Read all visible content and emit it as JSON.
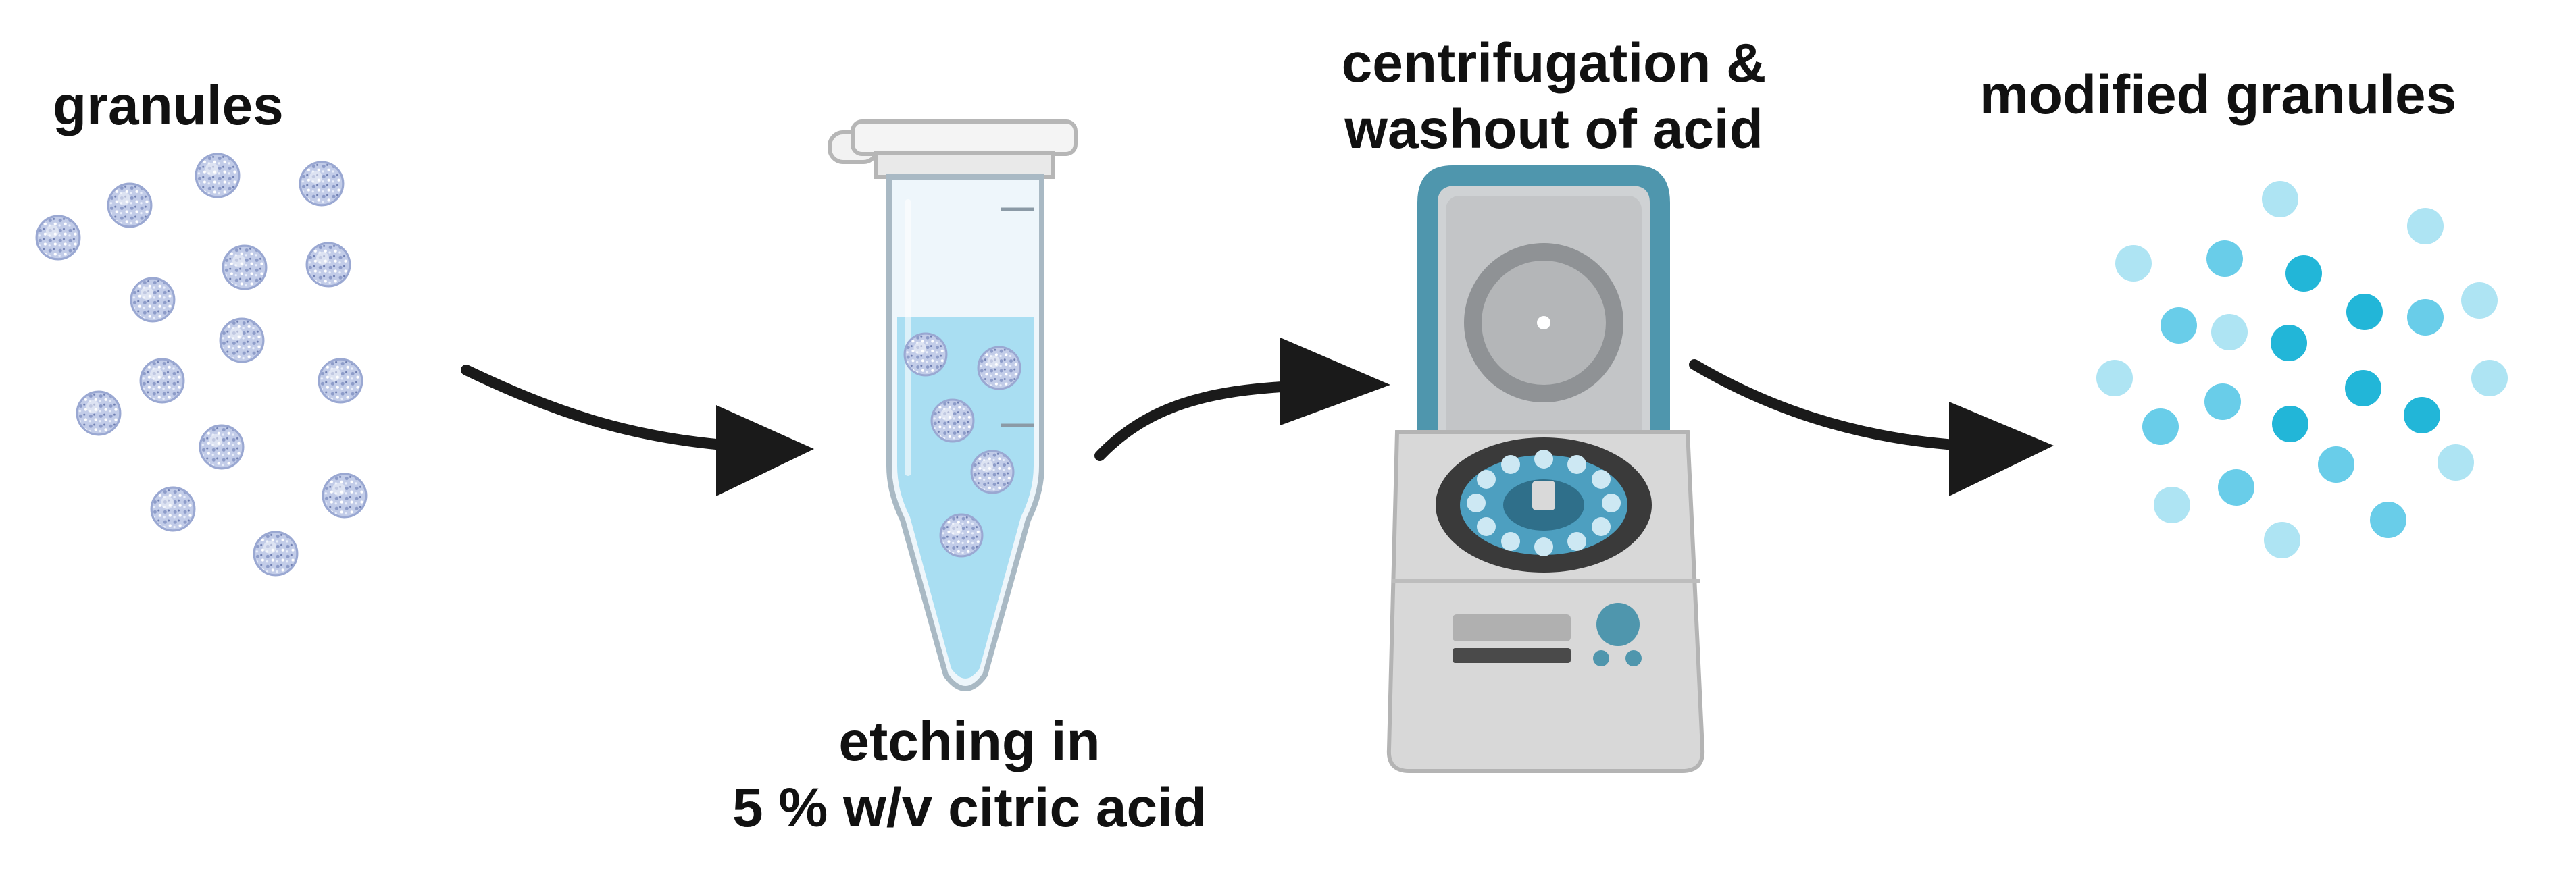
{
  "labels": {
    "granules": "granules",
    "etching_line1": "etching in",
    "etching_line2": "5 % w/v citric acid",
    "centrifuge_line1": "centrifugation &",
    "centrifuge_line2": "washout of acid",
    "modified": "modified granules"
  },
  "colors": {
    "text": "#111111",
    "raw_granule": "#b8c4e2",
    "tube_liquid": "#a9def2",
    "centrifuge_lid": "#4f96ad",
    "centrifuge_body": "#d8d8d8",
    "modified_light": "#aee4f3",
    "modified_mid": "#69cde9",
    "modified_dark": "#22b6d8",
    "arrow": "#1a1a1a"
  },
  "icons": [
    "raw-granule-icon",
    "microcentrifuge-tube-icon",
    "centrifuge-icon",
    "modified-granule-icon",
    "process-arrow-icon"
  ]
}
